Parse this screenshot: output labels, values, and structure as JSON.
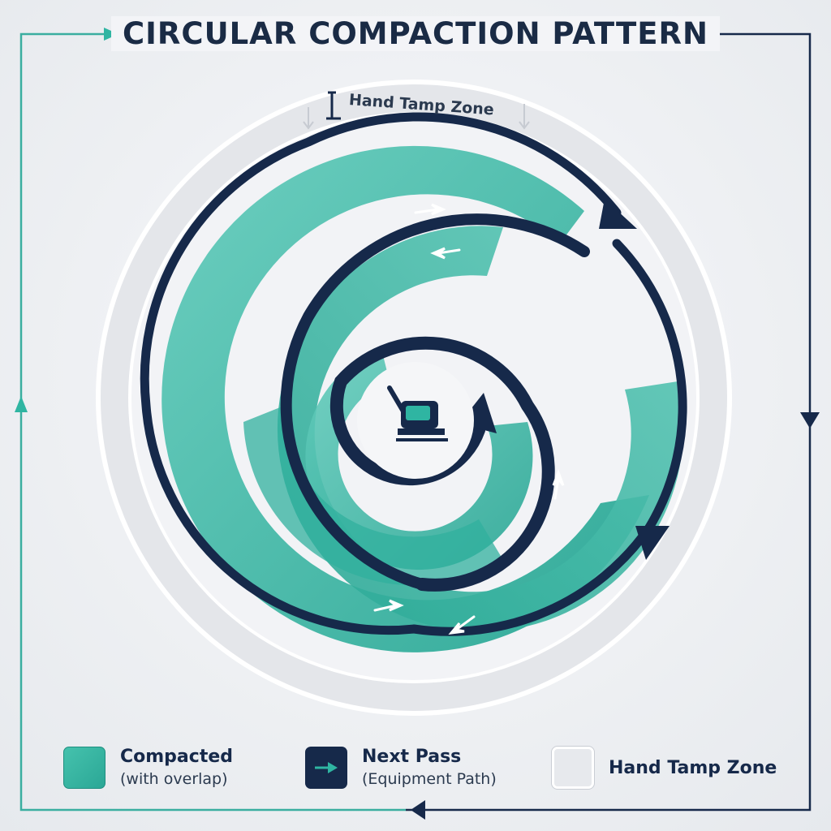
{
  "title": "CIRCULAR COMPACTION PATTERN",
  "zone_label": "Hand Tamp Zone",
  "legend": [
    {
      "name": "Compacted",
      "sub": "(with overlap)"
    },
    {
      "name": "Next Pass",
      "sub": "(Equipment Path)"
    },
    {
      "name": "Hand Tamp Zone",
      "sub": ""
    }
  ],
  "colors": {
    "teal": "#2fb5a2",
    "teal_light": "#5fcab9",
    "navy": "#16294a",
    "zone": "#e4e6ea",
    "border_teal": "#3aaea0",
    "border_navy": "#16294a"
  },
  "icons": [
    "plate-compactor-icon",
    "hand-tamper-icon",
    "arrow-icon"
  ]
}
